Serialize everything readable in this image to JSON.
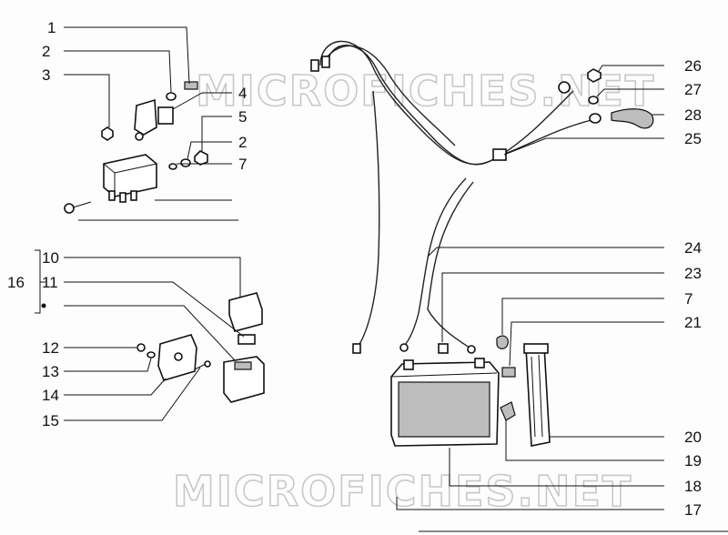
{
  "watermarks": [
    "MICROFICHES.NET",
    "MICROFICHES.NET"
  ],
  "callouts": [
    "1",
    "2",
    "3",
    "4",
    "5",
    "2",
    "7",
    "10",
    "11",
    "12",
    "13",
    "14",
    "15",
    "16",
    "26",
    "27",
    "28",
    "25",
    "24",
    "23",
    "7",
    "21",
    "20",
    "19",
    "18",
    "17"
  ]
}
